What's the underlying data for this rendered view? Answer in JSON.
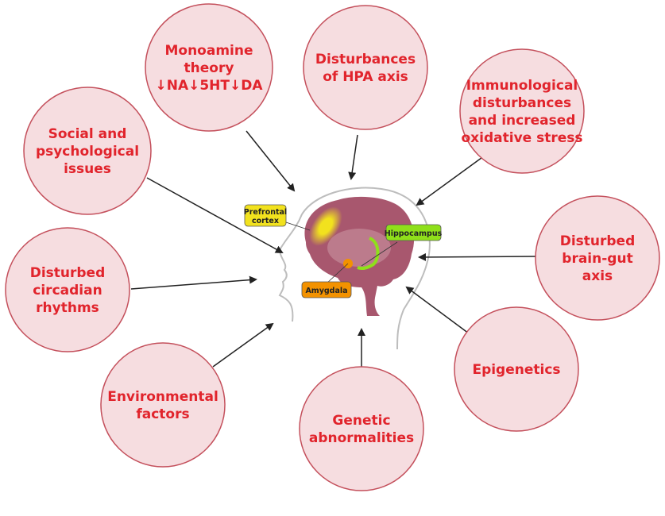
{
  "factors": [
    {
      "lines": [
        "Monoamine",
        "theory",
        "↓NA↓5HT↓DA"
      ]
    },
    {
      "lines": [
        "Disturbances",
        "of HPA axis"
      ]
    },
    {
      "lines": [
        "Immunological",
        "disturbances",
        "and increased",
        "oxidative stress"
      ]
    },
    {
      "lines": [
        "Social and",
        "psychological",
        "issues"
      ]
    },
    {
      "lines": [
        "Disturbed",
        "circadian",
        "rhythms"
      ]
    },
    {
      "lines": [
        "Disturbed",
        "brain-gut",
        "axis"
      ]
    },
    {
      "lines": [
        "Epigenetics"
      ]
    },
    {
      "lines": [
        "Environmental",
        "factors"
      ]
    },
    {
      "lines": [
        "Genetic",
        "abnormalities"
      ]
    }
  ],
  "brain_labels": {
    "prefrontal": [
      "Prefrontal",
      "cortex"
    ],
    "hippocampus": "Hippocampus",
    "amygdala": "Amygdala"
  },
  "colors": {
    "circle_fill": "#f6dde0",
    "circle_stroke": "#c4505c",
    "text": "#e1242c",
    "brain": "#a8576e",
    "prefrontal": "#f2e21e",
    "hippocampus": "#8fe01a",
    "amygdala": "#f39200"
  }
}
